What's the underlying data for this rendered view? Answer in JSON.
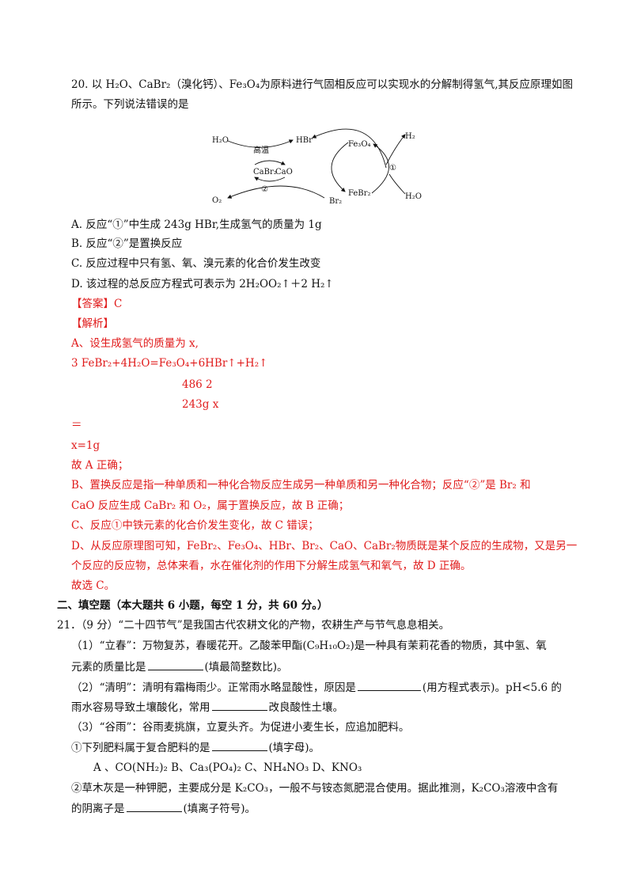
{
  "q20": {
    "stem1": "20.  以 H₂O、CaBr₂（溴化钙）、Fe₃O₄为原料进行气固相反应可以实现水的分解制得氢气,其反应原理如图",
    "stem2": "所示。下列说法错误的是",
    "diagram": {
      "h2o_left": "H₂O",
      "hbr": "HBr",
      "fe3o4": "Fe₃O₄",
      "h2": "H₂",
      "gaowen": "高温",
      "cabr2": "CaBr₂",
      "cao": "CaO",
      "circle1": "①",
      "circle2": "②",
      "o2": "O₂",
      "br2": "Br₂",
      "febr2": "FeBr₂",
      "h2o_right": "H₂O"
    },
    "options": [
      "A.  反应“①”中生成 243g HBr,生成氢气的质量为 1g",
      "B.  反应“②”是置换反应",
      "C.  反应过程中只有氢、氧、溴元素的化合价发生改变",
      "D.  该过程的总反应方程式可表示为 2H₂OO₂↑＋2 H₂↑"
    ],
    "answer": "【答案】C",
    "analysis_title": "【解析】",
    "analysis": [
      "A、设生成氢气的质量为 x,",
      "3  FeBr₂+4H₂O=Fe₃O₄+6HBr↑+H₂↑",
      "486      2",
      "243g     x",
      "＝",
      "x=1g",
      "故 A 正确；",
      "B、置换反应是指一种单质和一种化合物反应生成另一种单质和另一种化合物；反应“②”是 Br₂ 和",
      "CaO 反应生成 CaBr₂ 和 O₂，属于置换反应，故 B 正确；",
      "C、反应①中铁元素的化合价发生变化，故 C 错误；",
      "D、从反应原理图可知，FeBr₂、Fe₃O₄、HBr、Br₂、CaO、CaBr₂物质既是某个反应的生成物，又是另一",
      "个反应的反应物，总体来看，水在催化剂的作用下分解生成氢气和氧气，故 D 正确。",
      "故选 C。"
    ]
  },
  "section2": {
    "title": "二、填空题（本大题共 6 小题，每空 1 分，共 60 分。）"
  },
  "q21": {
    "stem": "21．（9 分）“二十四节气”是我国古代农耕文化的产物，农耕生产与节气息息相关。",
    "p1a": "（1）“立春”：万物复苏，春暖花开。乙酸苯甲酯(C₉H₁₀O₂)是一种具有茉莉花香的物质，其中氢、氧",
    "p1b_pre": "元素的质量比是",
    "p1b_post": "(填最简整数比)。",
    "p2a_pre": "（2）“清明”：清明有霜梅雨少。正常雨水略显酸性，原因是",
    "p2a_post": "(用方程式表示)。pH<5.6 的",
    "p2b_pre": "雨水容易导致土壤酸化，常用",
    "p2b_post": "改良酸性土壤。",
    "p3": "（3）“谷雨”：谷雨麦挑旗，立夏头齐。为促进小麦生长，应追加肥料。",
    "p3_1_pre": "①下列肥料属于复合肥料的是",
    "p3_1_post": "(填字母)。",
    "choices": "A 、CO(NH₂)₂     B、Ca₃(PO₄)₂     C、NH₄NO₃     D、KNO₃",
    "p3_2a": "②草木灰是一种钾肥，主要成分是 K₂CO₃，一般不与铵态氮肥混合使用。据此推测，K₂CO₃溶液中含有",
    "p3_2b_pre": "的阴离子是",
    "p3_2b_post": "(填离子符号)。"
  }
}
